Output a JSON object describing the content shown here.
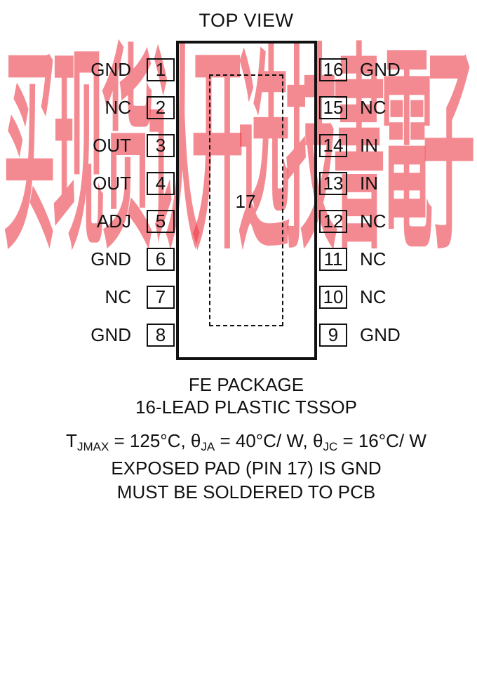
{
  "watermark": [
    "买",
    "现",
    "货",
    "认",
    "开",
    "选",
    "技",
    "書",
    "電",
    "子"
  ],
  "top_view": "TOP VIEW",
  "pad_pin": "17",
  "left_pins": [
    {
      "num": "1",
      "name": "GND"
    },
    {
      "num": "2",
      "name": "NC"
    },
    {
      "num": "3",
      "name": "OUT"
    },
    {
      "num": "4",
      "name": "OUT"
    },
    {
      "num": "5",
      "name": "ADJ"
    },
    {
      "num": "6",
      "name": "GND"
    },
    {
      "num": "7",
      "name": "NC"
    },
    {
      "num": "8",
      "name": "GND"
    }
  ],
  "right_pins": [
    {
      "num": "16",
      "name": "GND"
    },
    {
      "num": "15",
      "name": "NC"
    },
    {
      "num": "14",
      "name": "IN"
    },
    {
      "num": "13",
      "name": "IN"
    },
    {
      "num": "12",
      "name": "NC"
    },
    {
      "num": "11",
      "name": "NC"
    },
    {
      "num": "10",
      "name": "NC"
    },
    {
      "num": "9",
      "name": "GND"
    }
  ],
  "package_line1": "FE PACKAGE",
  "package_line2": "16-LEAD PLASTIC TSSOP",
  "thermal": {
    "t": "T",
    "t_sub": "JMAX",
    "t_val": " = 125°C, ",
    "ja": "θ",
    "ja_sub": "JA",
    "ja_val": " = 40°C/ W, ",
    "jc": "θ",
    "jc_sub": "JC",
    "jc_val": " = 16°C/ W"
  },
  "note_line1": "EXPOSED PAD (PIN 17) IS GND",
  "note_line2": "MUST BE SOLDERED TO PCB"
}
